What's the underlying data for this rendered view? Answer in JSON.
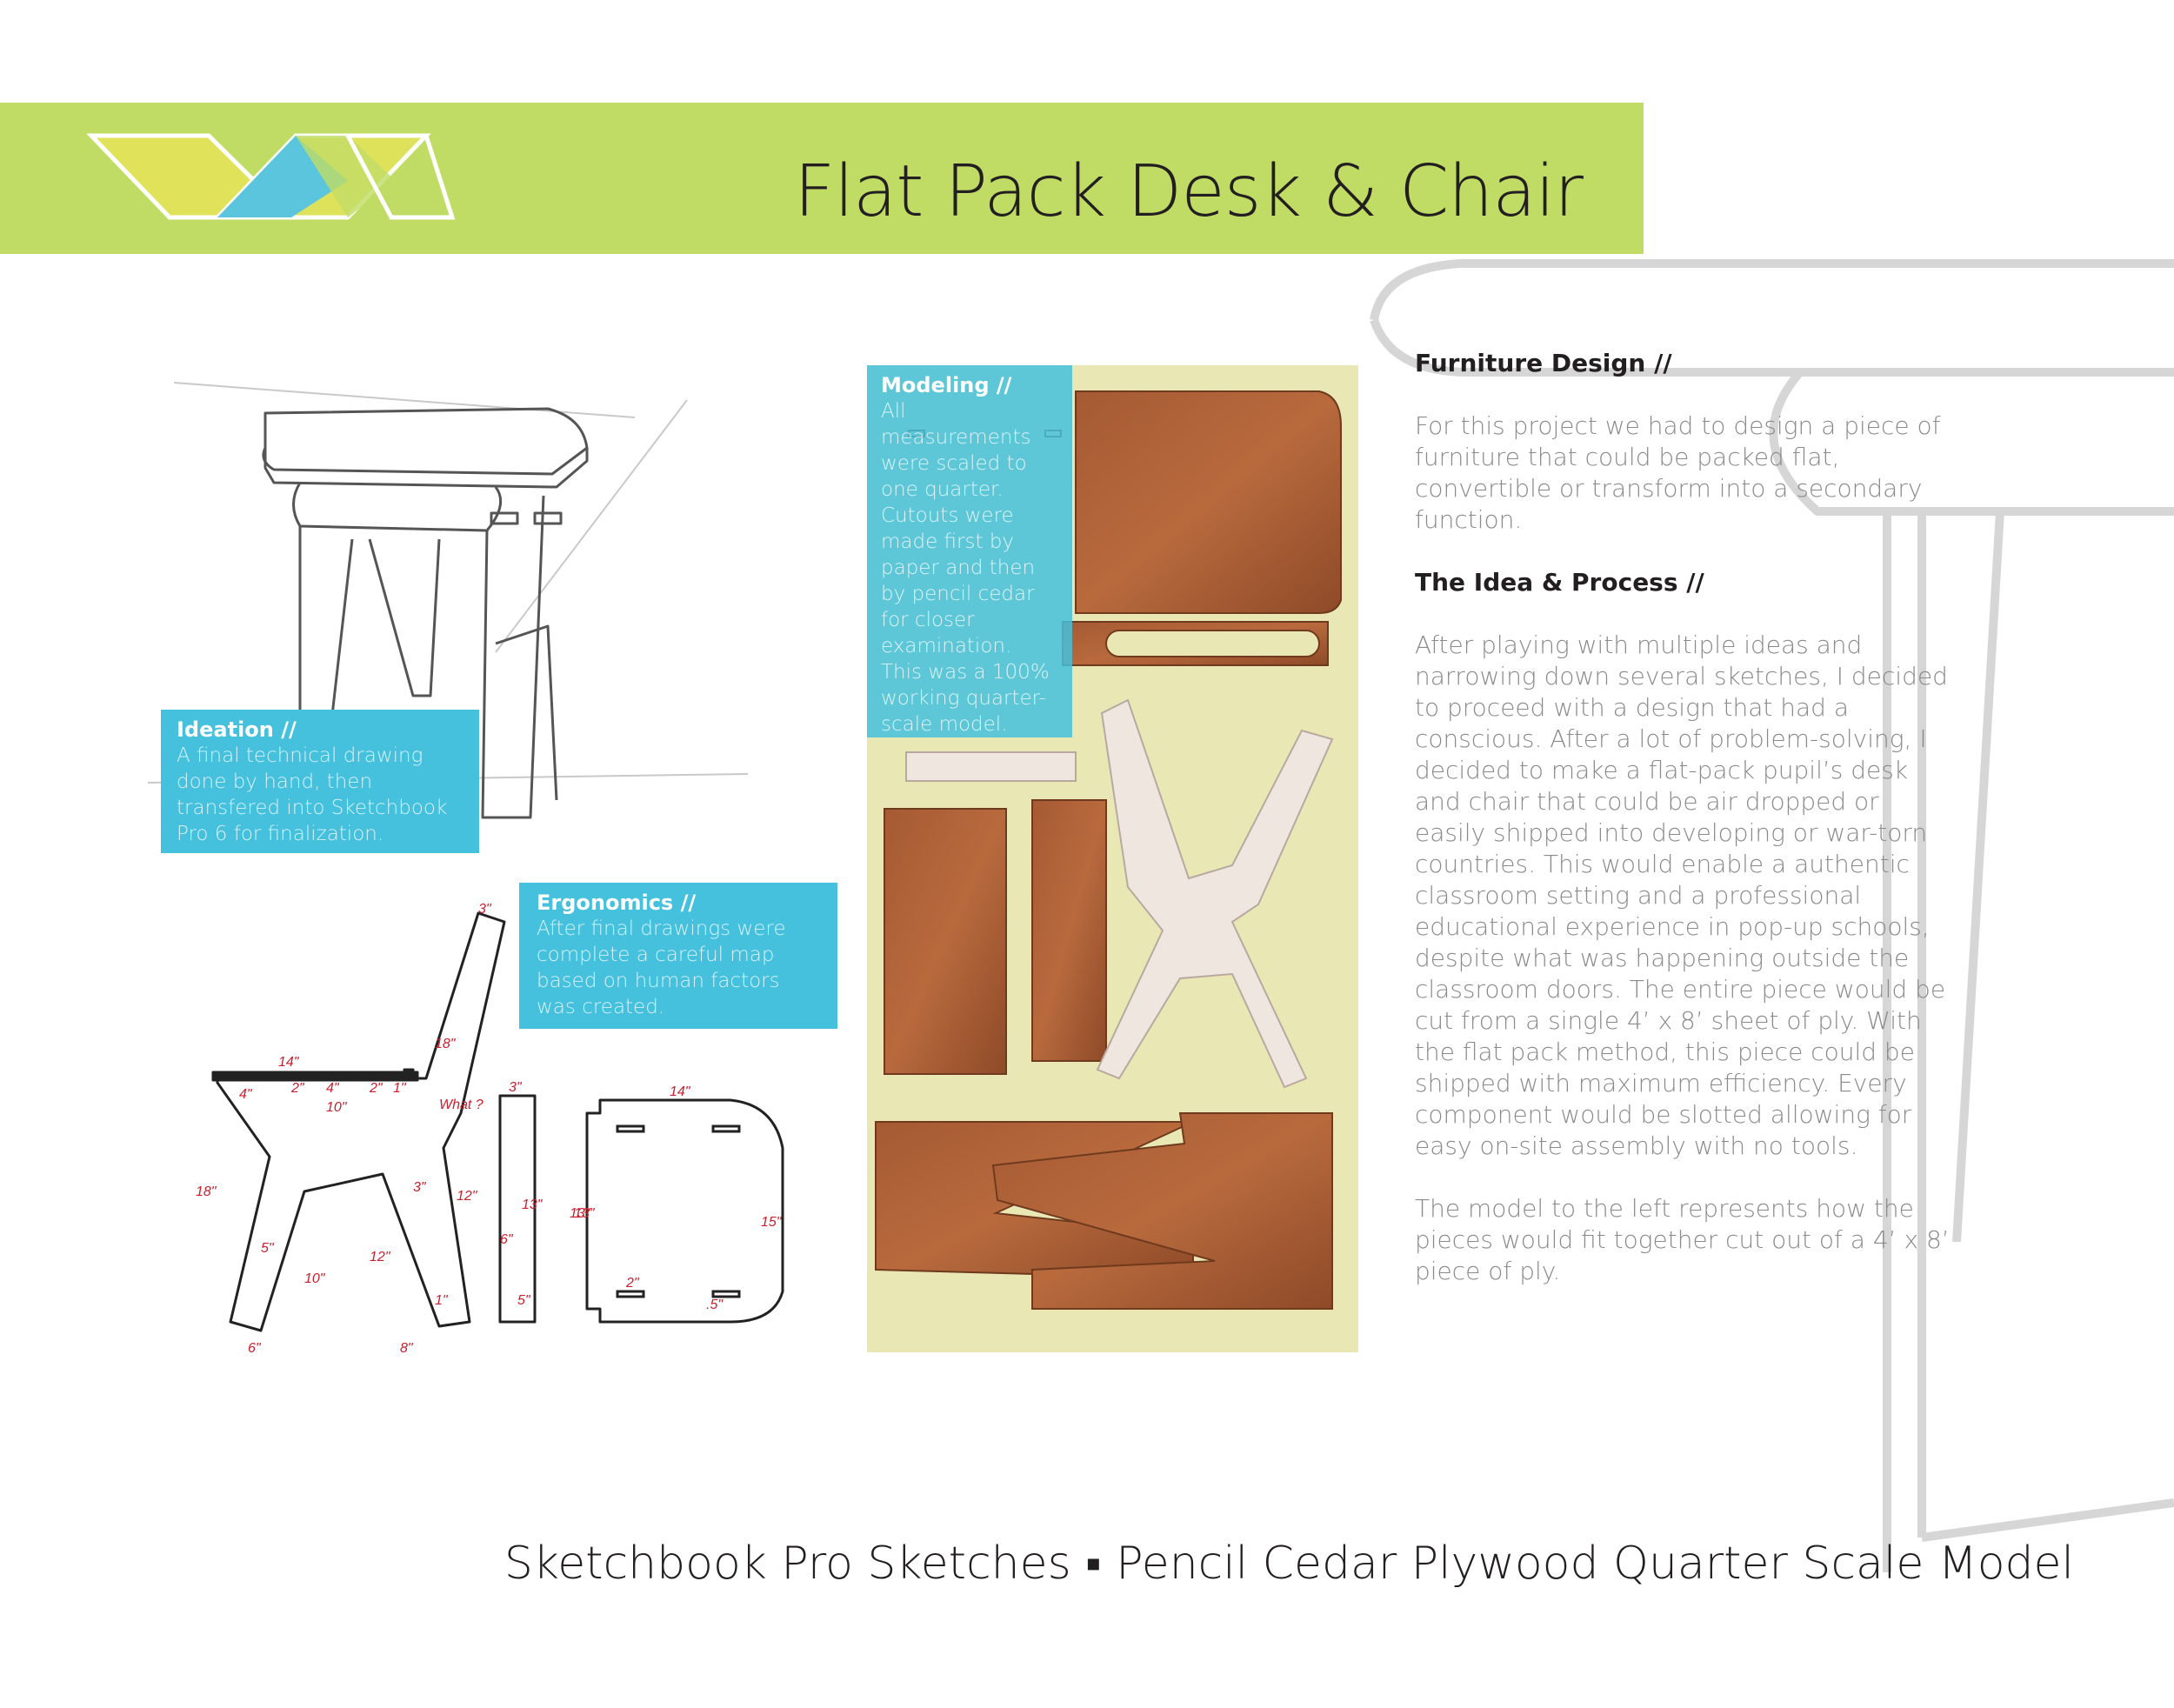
{
  "header": {
    "title": "Flat Pack Desk & Chair",
    "logo_icon": "chevron-logo-icon",
    "band_color": "#c0dc65"
  },
  "captions": {
    "ideation": {
      "heading": "Ideation //",
      "body": "A final technical drawing done by hand, then transfered into Sketchbook Pro 6 for finalization."
    },
    "ergonomics": {
      "heading": "Ergonomics //",
      "body": "After final drawings were complete a careful map based on human factors was created."
    },
    "modeling": {
      "heading": "Modeling //",
      "body": "All measurements were scaled to one quarter. Cutouts were made first by paper and then by pencil cedar for closer examination. This was a 100% working quarter-scale model."
    },
    "accent_color": "#45c1dd"
  },
  "article": {
    "furniture_design": {
      "heading": "Furniture Design //",
      "body": "For this project we had to design a piece of furniture that could be packed flat, convertible or transform into a secondary function."
    },
    "idea_process": {
      "heading": "The Idea & Process //",
      "body1": "After playing with multiple ideas and narrowing down several sketches, I decided to proceed with a design that had a conscious. After a lot of problem-solving, I decided to make a flat-pack pupil’s desk and chair that could be air dropped or easily shipped into developing or war-torn countries.  This would enable a authentic classroom setting and a professional educational experience in pop-up schools, despite what was happening outside the classroom doors.  The entire piece would be cut from a single 4’ x 8’ sheet of ply.  With the flat pack method, this piece could be shipped with maximum efficiency. Every component would be slotted allowing for easy on-site assembly with no tools.",
      "body2": "The model to the left represents how the pieces would fit together cut out of a 4’ x 8’ piece of ply."
    }
  },
  "sketch_labels": {
    "seat_width": "14\"",
    "seat_inner": "10\"",
    "seat_left": "4\"",
    "seat_slot_a": "2\"",
    "seat_slot_b": "4\"",
    "seat_slot_c": "2\"",
    "seat_slot_d": "1\"",
    "front_height": "18\"",
    "leg_height": "10\"",
    "leg_height2": "12\"",
    "foot_left": "6\"",
    "foot_right": "8\"",
    "back_note": "What ?",
    "back_len": "18\"",
    "top_dim": "3\"",
    "side_dim": "12\"",
    "misc_a": "3\"",
    "misc_b": "5\"",
    "misc_c": "1\"",
    "slat_top": "3\"",
    "slat_h": "13\"",
    "slat_h2": "13\"",
    "slat_bottom": "5\"",
    "slat_side": "6\"",
    "top_panel_w": "14\"",
    "top_panel_h": "13\"",
    "top_panel_slot": "2\"",
    "top_panel_r": "15\"",
    "top_panel_sm": ".5\""
  },
  "footer": {
    "text": "Sketchbook Pro Sketches ▪ Pencil Cedar Plywood Quarter Scale Model"
  }
}
